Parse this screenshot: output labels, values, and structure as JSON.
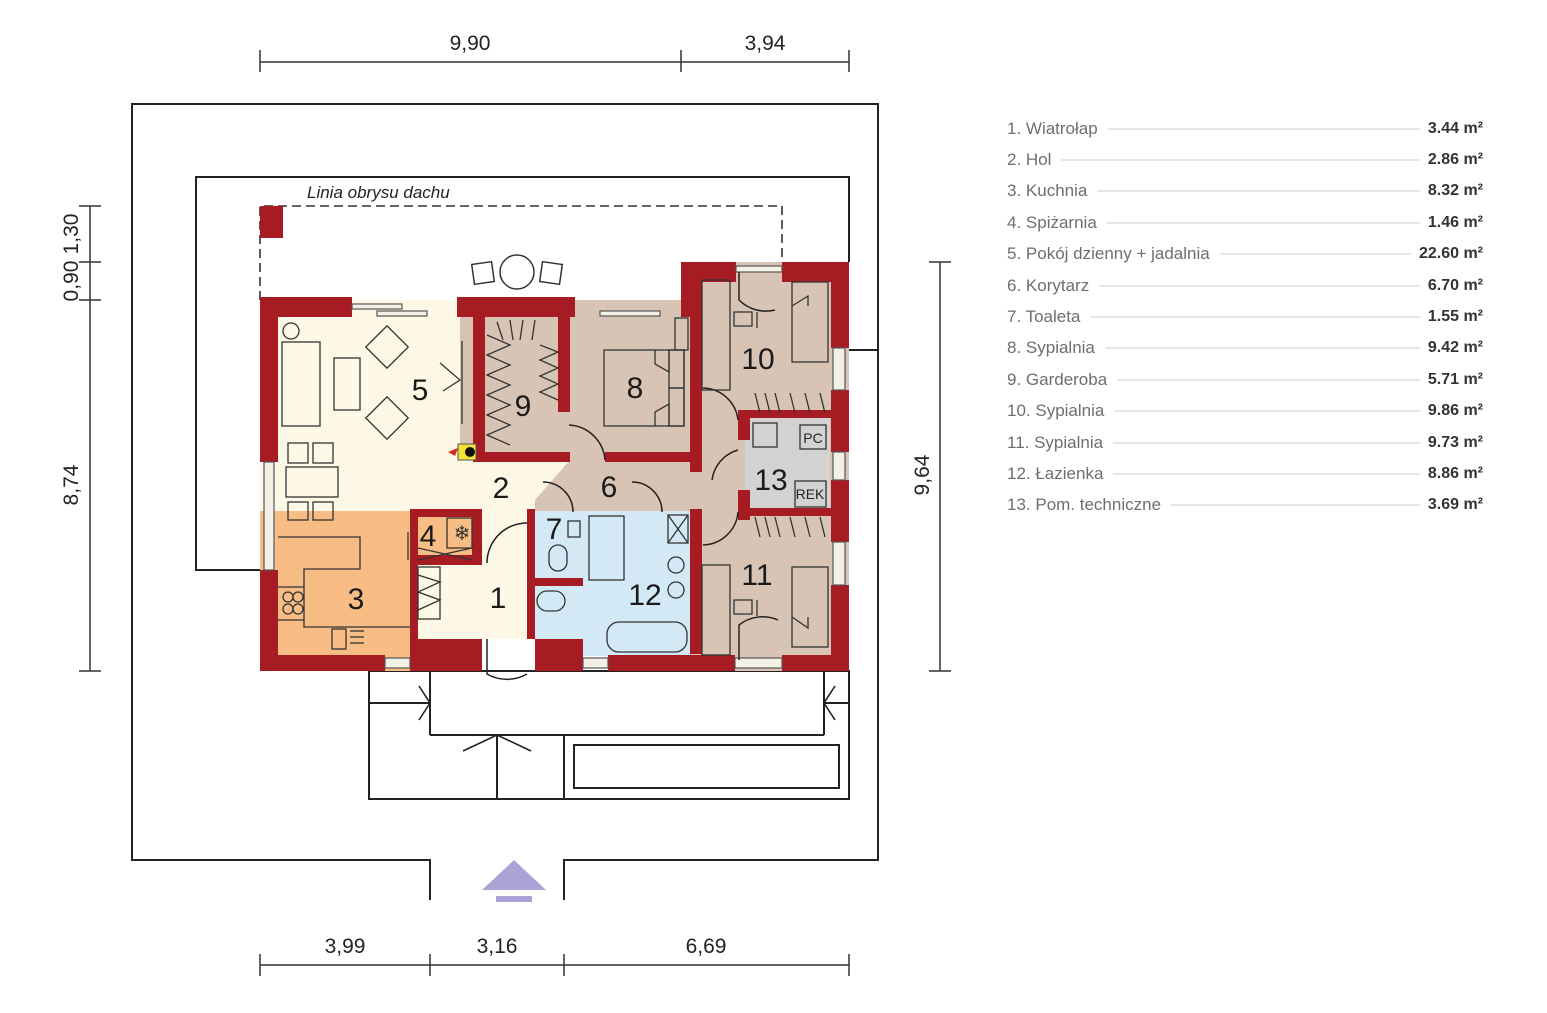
{
  "plan": {
    "roof_outline_label": "Linia obrysu dachu",
    "dimensions": {
      "top": [
        "9,90",
        "3,94"
      ],
      "bottom": [
        "3,99",
        "3,16",
        "6,69"
      ],
      "left": [
        "1,30",
        "0,90",
        "8,74"
      ],
      "right": [
        "9,64"
      ]
    },
    "rooms": [
      {
        "num": "1"
      },
      {
        "num": "2"
      },
      {
        "num": "3"
      },
      {
        "num": "4"
      },
      {
        "num": "5"
      },
      {
        "num": "6"
      },
      {
        "num": "7"
      },
      {
        "num": "8"
      },
      {
        "num": "9"
      },
      {
        "num": "10"
      },
      {
        "num": "11"
      },
      {
        "num": "12"
      },
      {
        "num": "13"
      }
    ],
    "technical_labels": {
      "pc": "PC",
      "rek": "REK"
    },
    "entrance_arrow": "entrance-arrow-icon",
    "colors": {
      "wall": "#a61c22",
      "living": "#fdf7e6",
      "kitchen": "#f8bd84",
      "bedroom": "#d8c4b4",
      "bathroom": "#d3eaf6",
      "technical": "#d2d2d2",
      "entrance_arrow": "#a9a3d6",
      "fireplace": "#f2e531"
    }
  },
  "legend": {
    "items": [
      {
        "name": "1. Wiatrołap",
        "area": "3.44 m²"
      },
      {
        "name": "2. Hol",
        "area": "2.86 m²"
      },
      {
        "name": "3. Kuchnia",
        "area": "8.32 m²"
      },
      {
        "name": "4. Spiżarnia",
        "area": "1.46 m²"
      },
      {
        "name": "5. Pokój dzienny + jadalnia",
        "area": "22.60 m²"
      },
      {
        "name": "6. Korytarz",
        "area": "6.70 m²"
      },
      {
        "name": "7. Toaleta",
        "area": "1.55 m²"
      },
      {
        "name": "8. Sypialnia",
        "area": "9.42 m²"
      },
      {
        "name": "9. Garderoba",
        "area": "5.71 m²"
      },
      {
        "name": "10. Sypialnia",
        "area": "9.86 m²"
      },
      {
        "name": "11. Sypialnia",
        "area": "9.73 m²"
      },
      {
        "name": "12. Łazienka",
        "area": "8.86 m²"
      },
      {
        "name": "13. Pom. techniczne",
        "area": "3.69 m²"
      }
    ]
  }
}
